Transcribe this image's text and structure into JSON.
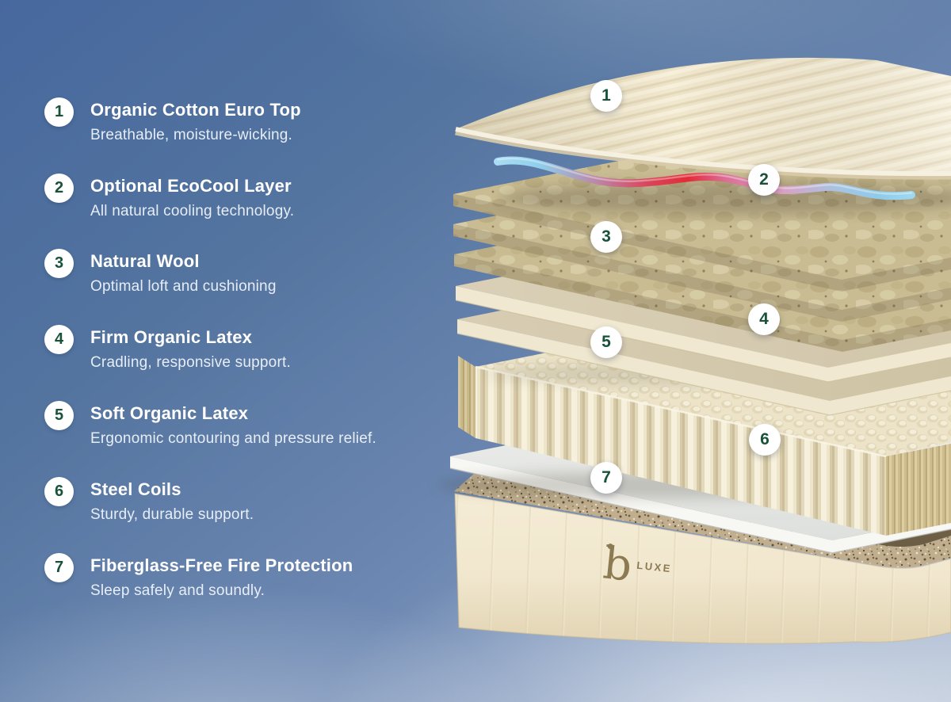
{
  "brand": {
    "logo_mark": "b",
    "logo_text": "LUXE",
    "logo_color": "#8c7a52"
  },
  "colors": {
    "badge_background": "#ffffff",
    "badge_number_green": "#175239",
    "sky_top": "#47689e",
    "sky_bottom": "#aebdd2",
    "cream_layer": "#f1e8cf",
    "wool_tan": "#c9bc93",
    "coil_ivory": "#f6f0dc",
    "ecocool_red": "#e22c38",
    "ecocool_blue": "#8fcfec",
    "ecocool_pink": "#dd9ec2"
  },
  "layers": [
    {
      "number": "1",
      "title": "Organic Cotton Euro Top",
      "description": "Breathable, moisture-wicking."
    },
    {
      "number": "2",
      "title": "Optional EcoCool Layer",
      "description": "All natural cooling technology."
    },
    {
      "number": "3",
      "title": "Natural Wool",
      "description": "Optimal loft and cushioning"
    },
    {
      "number": "4",
      "title": "Firm Organic Latex",
      "description": "Cradling, responsive support."
    },
    {
      "number": "5",
      "title": "Soft Organic Latex",
      "description": "Ergonomic contouring and pressure relief."
    },
    {
      "number": "6",
      "title": "Steel Coils",
      "description": "Sturdy, durable support."
    },
    {
      "number": "7",
      "title": "Fiberglass-Free Fire Protection",
      "description": "Sleep safely and soundly."
    }
  ]
}
